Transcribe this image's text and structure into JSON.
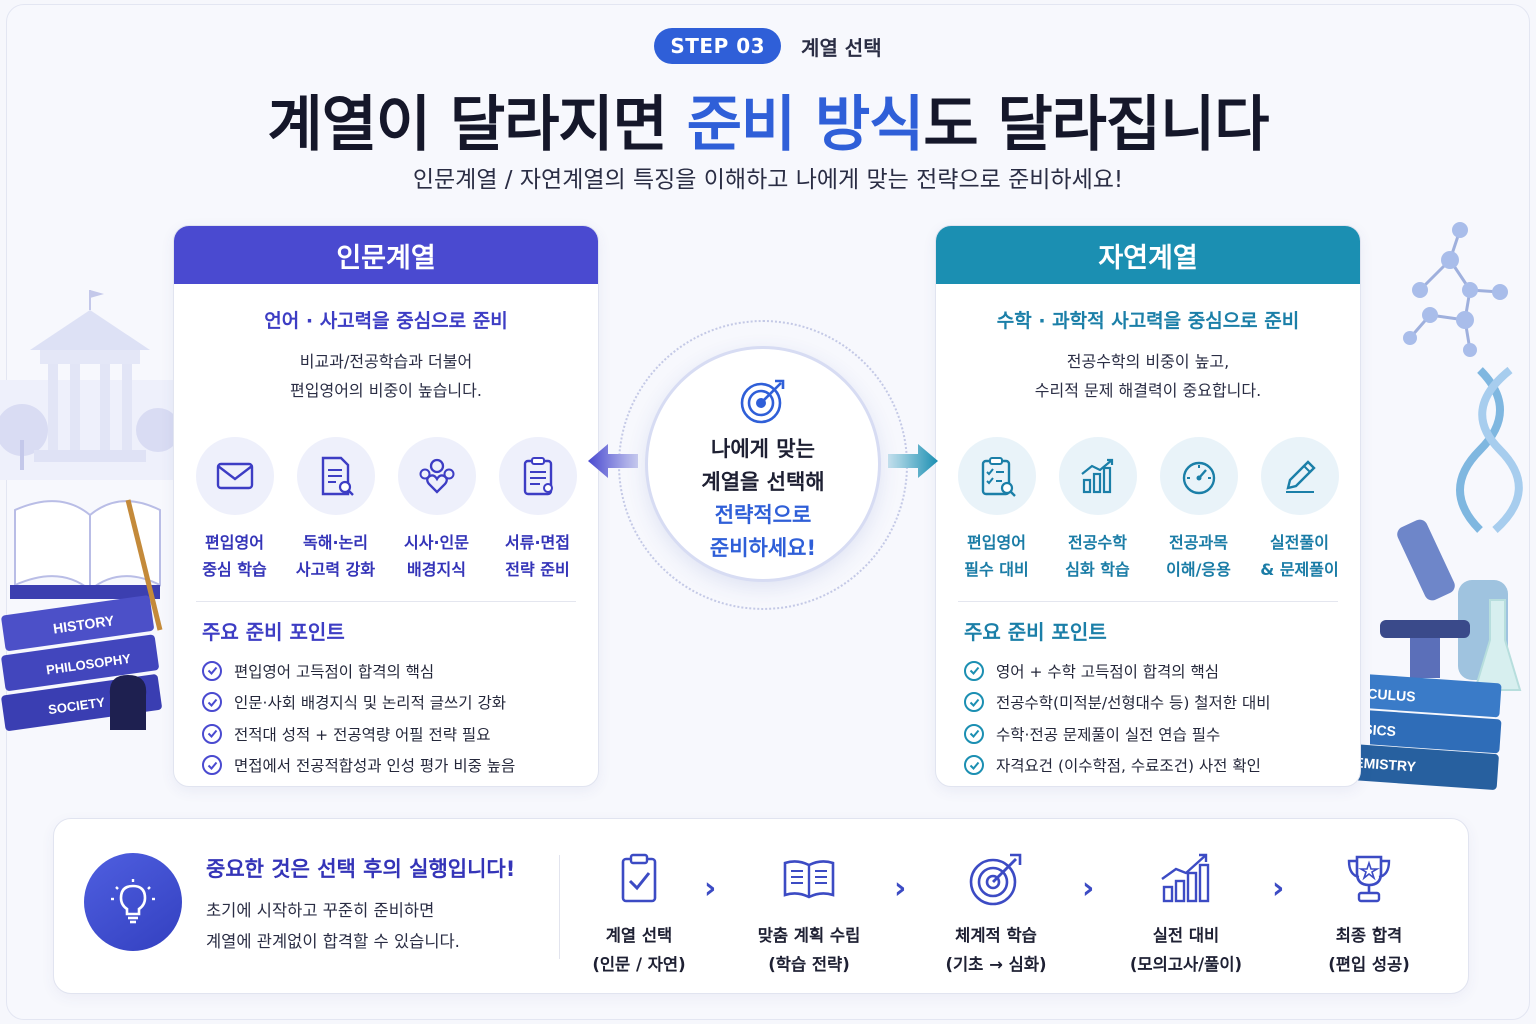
{
  "header": {
    "step_badge": "STEP 03",
    "step_label": "계열 선택",
    "title_part1": "계열이 달라지면 ",
    "title_highlight": "준비 방식",
    "title_part2": "도 달라집니다",
    "subtitle": "인문계열 / 자연계열의 특징을 이해하고 나에게 맞는 전략으로 준비하세요!"
  },
  "humanities": {
    "title": "인문계열",
    "focus": "언어 · 사고력을 중심으로 준비",
    "desc_line1": "비교과/전공학습과 더불어",
    "desc_line2": "편입영어의 비중이 높습니다.",
    "icons": [
      {
        "icon": "envelope-icon",
        "line1": "편입영어",
        "line2": "중심 학습"
      },
      {
        "icon": "document-search-icon",
        "line1": "독해·논리",
        "line2": "사고력 강화"
      },
      {
        "icon": "people-heart-icon",
        "line1": "시사·인문",
        "line2": "배경지식"
      },
      {
        "icon": "clipboard-icon",
        "line1": "서류·면접",
        "line2": "전략 준비"
      }
    ],
    "points_title": "주요 준비 포인트",
    "points": [
      "편입영어 고득점이 합격의 핵심",
      "인문·사회 배경지식 및 논리적 글쓰기 강화",
      "전적대 성적 + 전공역량 어필 전략 필요",
      "면접에서 전공적합성과 인성 평가 비중 높음"
    ]
  },
  "science": {
    "title": "자연계열",
    "focus": "수학 · 과학적 사고력을 중심으로 준비",
    "desc_line1": "전공수학의 비중이 높고,",
    "desc_line2": "수리적 문제 해결력이 중요합니다.",
    "icons": [
      {
        "icon": "checklist-icon",
        "line1": "편입영어",
        "line2": "필수 대비"
      },
      {
        "icon": "bar-chart-icon",
        "line1": "전공수학",
        "line2": "심화 학습"
      },
      {
        "icon": "gauge-icon",
        "line1": "전공과목",
        "line2": "이해/응용"
      },
      {
        "icon": "pencil-icon",
        "line1": "실전풀이",
        "line2": "& 문제풀이"
      }
    ],
    "points_title": "주요 준비 포인트",
    "points": [
      "영어 + 수학 고득점이 합격의 핵심",
      "전공수학(미적분/선형대수 등) 철저한 대비",
      "수학·전공 문제풀이 실전 연습 필수",
      "자격요건 (이수학점, 수료조건) 사전 확인"
    ]
  },
  "center": {
    "line1": "나에게 맞는",
    "line2": "계열을 선택해",
    "line3": "전략적으로",
    "line4": "준비하세요!"
  },
  "books_left": [
    "HISTORY",
    "PHILOSOPHY",
    "SOCIETY"
  ],
  "books_right": [
    "CALCULUS",
    "PHYSICS",
    "CHEMISTRY"
  ],
  "bottom": {
    "title": "중요한 것은 선택 후의 실행입니다!",
    "body_line1": "초기에 시작하고 꾸준히 준비하면",
    "body_line2": "계열에 관계없이 합격할 수 있습니다.",
    "steps": [
      {
        "icon": "clipboard-check-icon",
        "line1": "계열 선택",
        "line2": "(인문 / 자연)"
      },
      {
        "icon": "book-icon",
        "line1": "맞춤 계획 수립",
        "line2": "(학습 전략)"
      },
      {
        "icon": "target-icon",
        "line1": "체계적 학습",
        "line2": "(기초 → 심화)"
      },
      {
        "icon": "growth-chart-icon",
        "line1": "실전 대비",
        "line2": "(모의고사/풀이)"
      },
      {
        "icon": "trophy-icon",
        "line1": "최종 합격",
        "line2": "(편입 성공)"
      }
    ]
  },
  "colors": {
    "primary": "#2f5fd8",
    "humanities": "#4a4ad0",
    "science": "#1b8fb2"
  }
}
